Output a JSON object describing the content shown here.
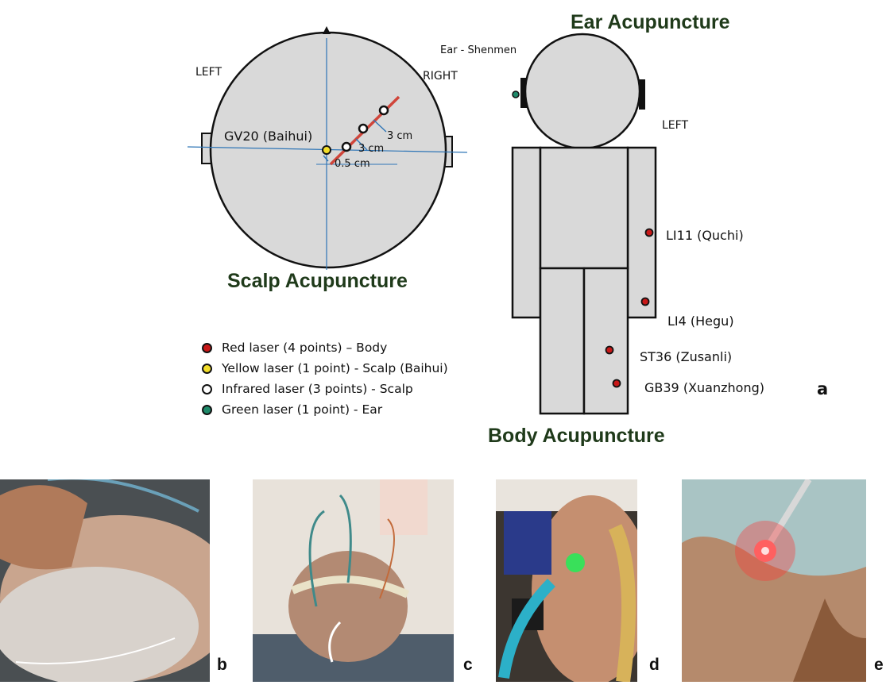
{
  "colors": {
    "red_laser": "#c81818",
    "yellow_laser": "#f3de2a",
    "infrared_laser": "#ffffff",
    "green_laser": "#1e8a6a",
    "head_fill": "#d9d9d9",
    "axis_line": "#2e75b6",
    "needle_line": "#d0453a",
    "header_green": "#1f3a1a"
  },
  "scalp": {
    "title": "Scalp Acupuncture",
    "left_label": "LEFT",
    "right_label": "RIGHT",
    "gv20_label": "GV20 (Baihui)",
    "dist1": "3 cm",
    "dist2": "3 cm",
    "dist3": "0.5 cm"
  },
  "ear": {
    "title": "Ear Acupuncture",
    "shenmen_label": "Ear - Shenmen"
  },
  "body": {
    "title": "Body Acupuncture",
    "left_label": "LEFT",
    "points": {
      "li11": "LI11 (Quchi)",
      "li4": "LI4 (Hegu)",
      "st36": "ST36 (Zusanli)",
      "gb39": "GB39 (Xuanzhong)"
    }
  },
  "panel_a_letter": "a",
  "legend": [
    {
      "color_key": "red_laser",
      "icon": "red-laser-dot-icon",
      "label": "Red laser (4 points) – Body"
    },
    {
      "color_key": "yellow_laser",
      "icon": "yellow-laser-dot-icon",
      "label": "Yellow laser (1 point) - Scalp (Baihui)"
    },
    {
      "color_key": "infrared_laser",
      "icon": "infrared-laser-dot-icon",
      "label": "Infrared laser (3 points) - Scalp"
    },
    {
      "color_key": "green_laser",
      "icon": "green-laser-dot-icon",
      "label": "Green laser (1 point) - Ear"
    }
  ],
  "photos": [
    {
      "letter": "b"
    },
    {
      "letter": "c"
    },
    {
      "letter": "d"
    },
    {
      "letter": "e"
    }
  ]
}
